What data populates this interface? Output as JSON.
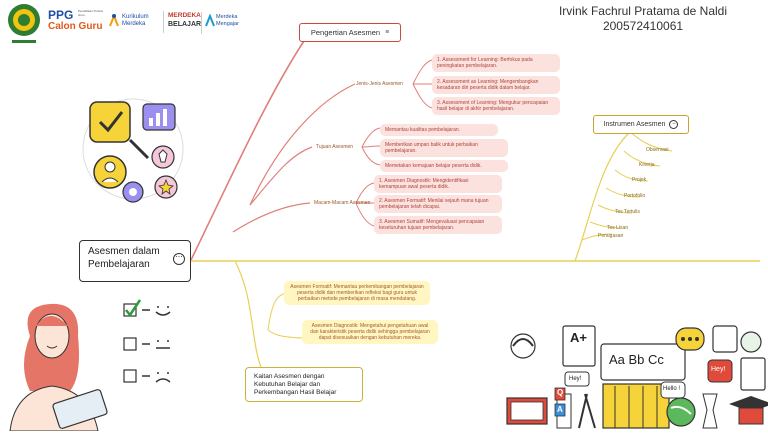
{
  "header": {
    "author_name": "Irvink Fachrul Pratama de Naldi",
    "author_id": "200572410061",
    "logos": {
      "ppg_top": "PPG",
      "ppg_sub": "Pendidikan Profesi Guru",
      "ppg_calon": "Calon Guru",
      "kurikulum_top": "Kurikulum",
      "kurikulum_bottom": "Merdeka",
      "merdeka_top": "MERDEKA",
      "merdeka_bottom": "BELAJAR",
      "mengajar_top": "Merdeka",
      "mengajar_bottom": "Mengajar"
    }
  },
  "main_topic": {
    "label": "Asesmen dalam Pembelajaran"
  },
  "pengertian": {
    "label": "Pengertian Asesmen"
  },
  "jenis": {
    "label": "Jenis-Jenis Asesmen",
    "items": [
      "1. Assessment for Learning: Berfokus pada peningkatan pembelajaran.",
      "2. Assessment as Learning: Mengembangkan kesadaran diri peserta didik dalam belajar.",
      "3. Assessment of Learning: Mengukur pencapaian hasil belajar di akhir pembelajaran."
    ]
  },
  "tujuan": {
    "label": "Tujuan Asesmen",
    "items": [
      "Memantau kualitas pembelajaran.",
      "Memberikan umpan balik untuk perbaikan pembelajaran.",
      "Memetakan kemajuan belajar peserta didik."
    ]
  },
  "macam": {
    "label": "Macam-Macam Asesmen",
    "items": [
      "1. Asesmen Diagnostik: Mengidentifikasi kemampuan awal peserta didik.",
      "2. Asesmen Formatif: Menilai sejauh mana tujuan pembelajaran telah dicapai.",
      "3. Asesmen Sumatif: Mengevaluasi pencapaian keseluruhan tujuan pembelajaran."
    ]
  },
  "instrumen": {
    "label": "Instrumen Asesmen",
    "items": [
      "Observasi",
      "Kinerja",
      "Projek",
      "Portofolio",
      "Tes Tertulis",
      "Tes Lisan",
      "Penugasan"
    ]
  },
  "kaitan": {
    "label": "Kaitan Asesmen dengan Kebutuhan Belajar dan Perkembangan Hasil Belajar",
    "items": [
      "Asesmen Formatif: Memantau perkembangan pembelajaran peserta didik dan memberikan refleksi bagi guru untuk perbaikan metode pembelajaran di masa mendatang.",
      "Asesmen Diagnostik: Mengetahui pengetahuan awal dan karakteristik peserta didik sehingga pembelajaran dapat disesuaikan dengan kebutuhan mereka."
    ]
  },
  "decor": {
    "a_plus": "A+",
    "abc": "Aa Bb Cc",
    "hey1": "Hey!",
    "hey2": "Hey!",
    "hello": "Hello !",
    "q": "Q",
    "a": "A"
  },
  "colors": {
    "branch_main": "#e07f7a",
    "branch_yellow": "#e8cf55",
    "node_fill": "#fbe2df",
    "node_text": "#b0433a"
  }
}
